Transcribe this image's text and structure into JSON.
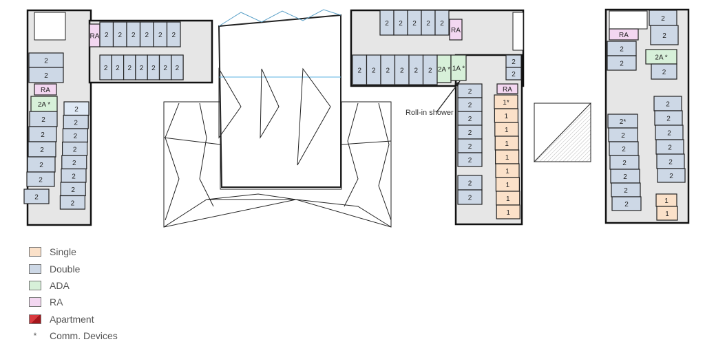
{
  "legend": {
    "items": [
      {
        "label": "Single",
        "color": "#fbe1c9"
      },
      {
        "label": "Double",
        "color": "#cdd8e6"
      },
      {
        "label": "ADA",
        "color": "#d7f0d9"
      },
      {
        "label": "RA",
        "color": "#f3d7f1"
      },
      {
        "label": "Apartment",
        "color": "#b52127"
      }
    ],
    "comm_devices": {
      "symbol": "*",
      "label": "Comm. Devices"
    }
  },
  "callout": {
    "label": "Roll-in shower"
  },
  "colors": {
    "corridor": "#e6e6e6",
    "wall": "#111111",
    "light_double": "#dfe9f5"
  },
  "wings": {
    "west_top": [
      "RA",
      "2",
      "2",
      "2",
      "2",
      "2",
      "2",
      "2",
      "2",
      "2",
      "2",
      "2",
      "2",
      "2"
    ],
    "west_left": [
      "2",
      "2",
      "RA",
      "2A *",
      "2",
      "2",
      "2",
      "2",
      "2",
      "2"
    ],
    "west_right": [
      "2",
      "2",
      "2",
      "2",
      "2",
      "2",
      "2",
      "2"
    ],
    "east_top": [
      "2",
      "2",
      "2",
      "2",
      "2",
      "RA"
    ],
    "east_bottom": [
      "2",
      "2",
      "2",
      "2",
      "2",
      "2",
      "2A *",
      "1A *"
    ],
    "east_left": [
      "2",
      "2",
      "2",
      "2",
      "2",
      "2",
      "2",
      "2"
    ],
    "east_right": [
      "2",
      "2",
      "RA",
      "1*",
      "1",
      "1",
      "1",
      "1",
      "1",
      "1",
      "1",
      "1"
    ],
    "far_left": [
      "RA",
      "2",
      "2",
      "2*",
      "2",
      "2",
      "2",
      "2",
      "2",
      "2"
    ],
    "far_right": [
      "2",
      "2",
      "2A *",
      "2",
      "2",
      "2",
      "2",
      "2",
      "2",
      "2",
      "1",
      "1"
    ]
  }
}
